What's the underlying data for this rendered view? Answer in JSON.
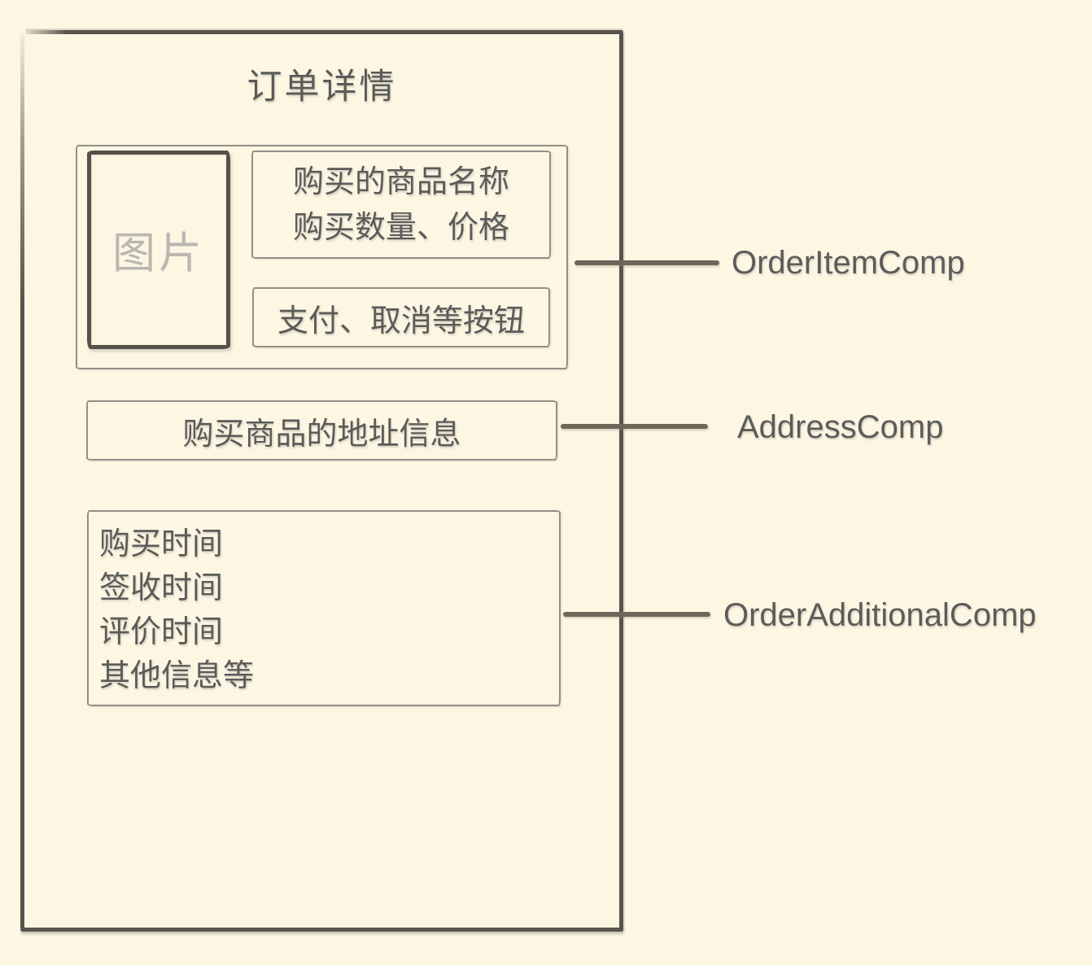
{
  "colors": {
    "background": "#fcf6e3",
    "frame": "#57544c",
    "inner_box_border": "#928f88",
    "text": "#5b5b59",
    "muted_text": "#bab7b1",
    "connector": "#6e6659"
  },
  "phone": {
    "title": "订单详情",
    "order_item": {
      "image_placeholder": "图片",
      "product_info_line1": "购买的商品名称",
      "product_info_line2": "购买数量、价格",
      "buttons_label": "支付、取消等按钮"
    },
    "address": {
      "label": "购买商品的地址信息"
    },
    "additional": {
      "lines": [
        "购买时间",
        "签收时间",
        "评价时间",
        "其他信息等"
      ]
    }
  },
  "annotations": [
    {
      "label": "OrderItemComp"
    },
    {
      "label": "AddressComp"
    },
    {
      "label": "OrderAdditionalComp"
    }
  ]
}
